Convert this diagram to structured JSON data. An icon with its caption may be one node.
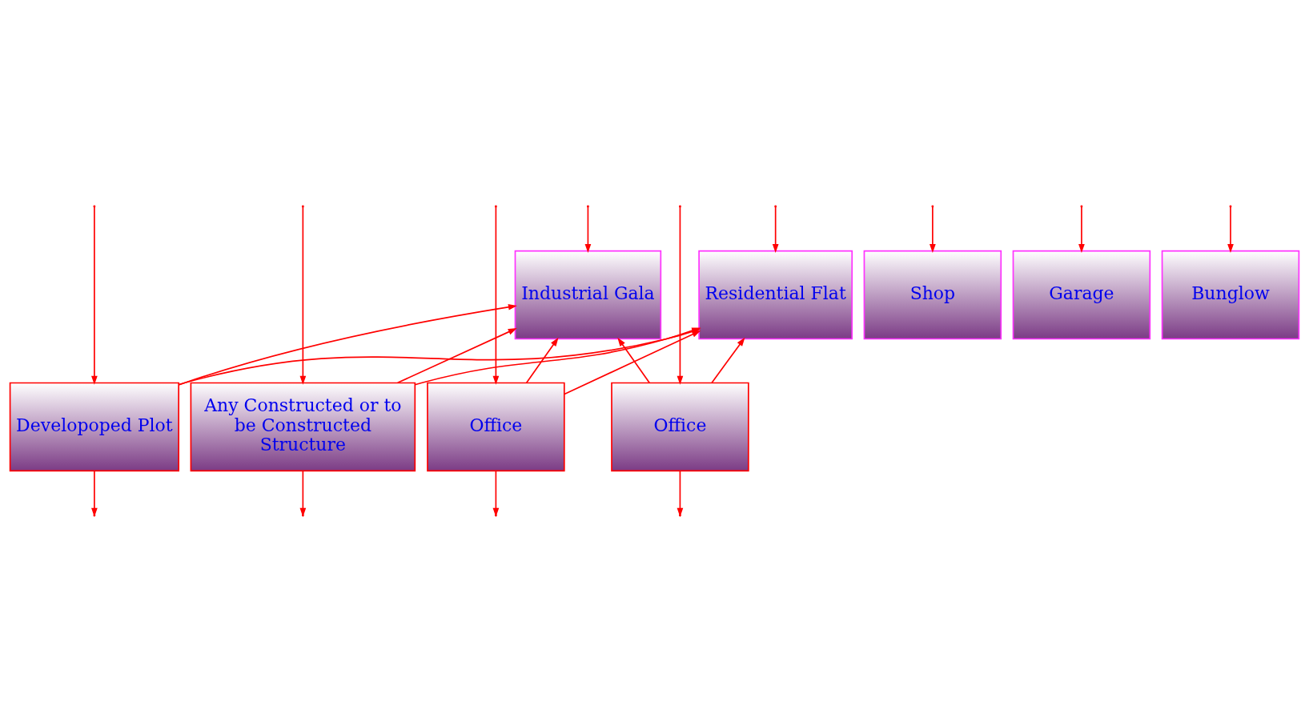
{
  "diagram": {
    "nodes": [
      {
        "text": [
          "Residential Flat"
        ]
      },
      {
        "text": [
          "Shop"
        ]
      },
      {
        "text": [
          "Garage"
        ]
      },
      {
        "text": [
          "Bunglow"
        ]
      },
      {
        "text": [
          "Industrial Gala"
        ]
      },
      {
        "text": [
          "Office"
        ]
      },
      {
        "text": [
          "Developoped Plot"
        ]
      },
      {
        "text": [
          "Any Constructed or to be Constructed Structure"
        ]
      },
      {
        "text": [
          "Office"
        ]
      }
    ],
    "edges": [
      {
        "from": null,
        "to": 0,
        "arrow": "to"
      },
      {
        "from": null,
        "to": 5,
        "arrow": "to"
      },
      {
        "from": null,
        "to": 1,
        "arrow": "to"
      },
      {
        "from": null,
        "to": 6,
        "arrow": "to"
      },
      {
        "from": null,
        "to": 2,
        "arrow": "to"
      },
      {
        "from": null,
        "to": 7,
        "arrow": "to"
      },
      {
        "from": null,
        "to": 3,
        "arrow": "to"
      },
      {
        "from": null,
        "to": 8,
        "arrow": "to"
      },
      {
        "from": null,
        "to": 4,
        "arrow": "to"
      },
      {
        "from": 5,
        "to": 0,
        "arrow": "to"
      },
      {
        "from": 6,
        "to": 0,
        "arrow": "to"
      },
      {
        "from": 7,
        "to": 0,
        "arrow": "to"
      },
      {
        "from": 8,
        "to": 0,
        "arrow": "to"
      },
      {
        "from": 5,
        "to": 4,
        "arrow": "to"
      },
      {
        "from": 6,
        "to": 4,
        "arrow": "to"
      },
      {
        "from": 7,
        "to": 4,
        "arrow": "to"
      },
      {
        "from": 8,
        "to": 4,
        "arrow": "to"
      },
      {
        "from": 5,
        "to": null,
        "arrow": "to"
      },
      {
        "from": 6,
        "to": null,
        "arrow": "to"
      },
      {
        "from": 7,
        "to": null,
        "arrow": "to"
      },
      {
        "from": 8,
        "to": null,
        "arrow": "to"
      }
    ]
  }
}
